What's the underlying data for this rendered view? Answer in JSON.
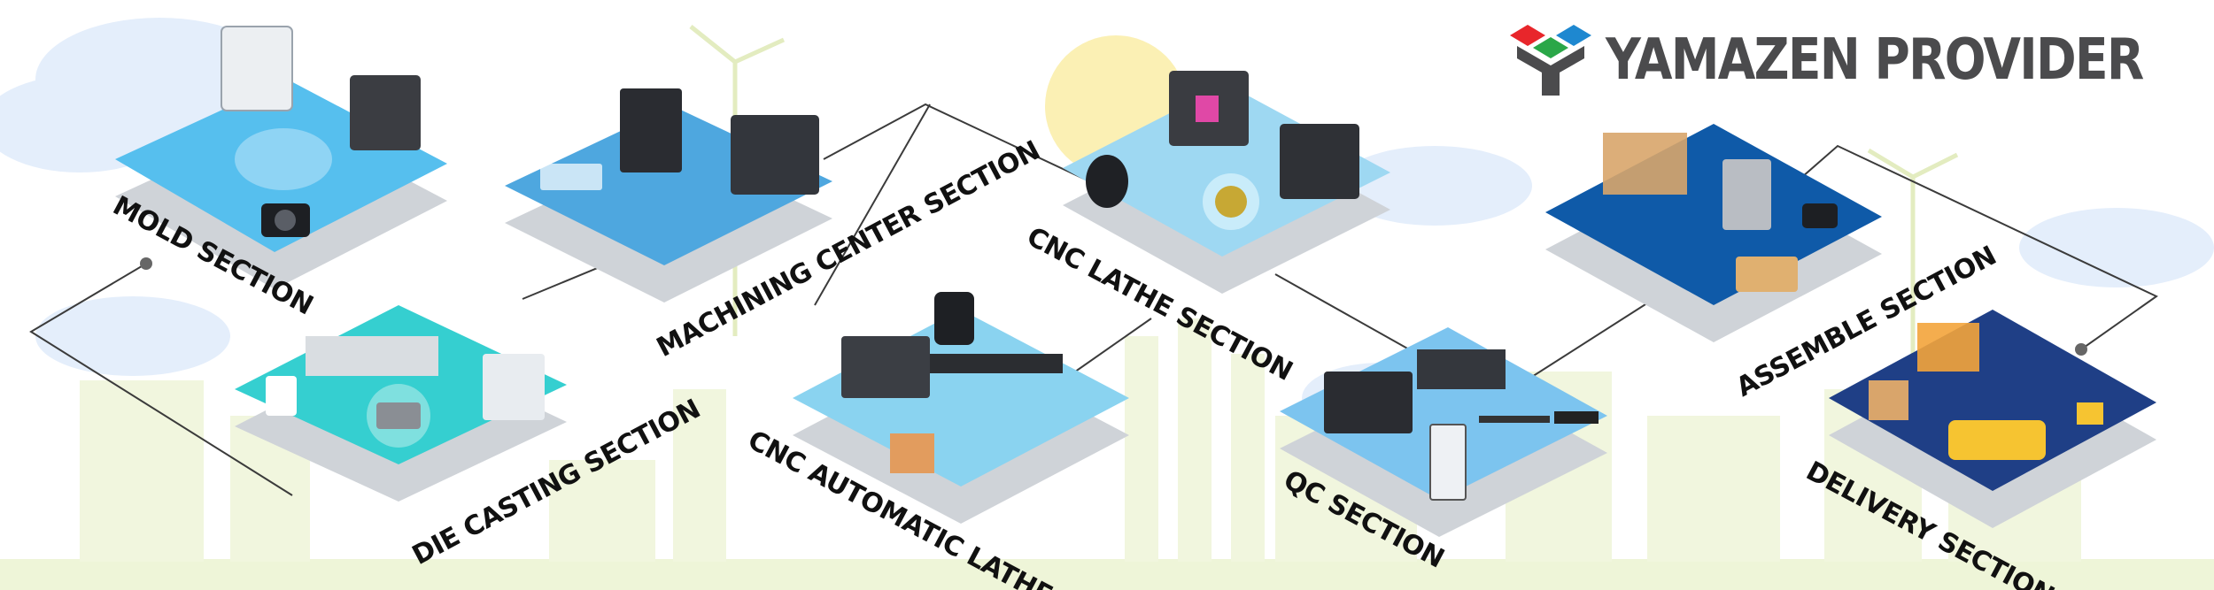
{
  "brand": {
    "name": "YAMAZEN PROVIDER",
    "colors": {
      "red": "#e8262b",
      "green": "#2aa748",
      "blue": "#1e88d0",
      "gray": "#4b4b4d"
    }
  },
  "sections": [
    {
      "label": "MOLD SECTION",
      "color": "#56bfee",
      "icons": [
        "cnc-machine-icon",
        "worker-icon",
        "mold-part-icon",
        "camera-icon"
      ]
    },
    {
      "label": "MACHINING CENTER SECTION",
      "color": "#4ea7df",
      "icons": [
        "machining-center-icon",
        "operator-desk-icon",
        "drill-tool-icon"
      ]
    },
    {
      "label": "CNC LATHE SECTION",
      "color": "#9ed8f2",
      "icons": [
        "lathe-machine-icon",
        "robot-arm-icon",
        "cutting-insert-icon"
      ]
    },
    {
      "label": "ASSEMBLE SECTION",
      "color": "#0f5aa8",
      "icons": [
        "warehouse-shelf-icon",
        "assembly-robot-icon",
        "camera-icon"
      ]
    },
    {
      "label": "DIE CASTING SECTION",
      "color": "#35cfd0",
      "icons": [
        "die-casting-machine-icon",
        "worker-icon",
        "cast-part-icon"
      ]
    },
    {
      "label": "CNC AUTOMATIC LATHE",
      "color": "#8ad3f0",
      "icons": [
        "automatic-lathe-icon",
        "worker-icon",
        "bar-stock-icon"
      ]
    },
    {
      "label": "QC SECTION",
      "color": "#7cc4ef",
      "icons": [
        "cmm-machine-icon",
        "caliper-icon",
        "scale-icon"
      ]
    },
    {
      "label": "DELIVERY SECTION",
      "color": "#1f3f86",
      "icons": [
        "delivery-van-icon",
        "boxes-icon",
        "hand-truck-icon"
      ]
    }
  ]
}
